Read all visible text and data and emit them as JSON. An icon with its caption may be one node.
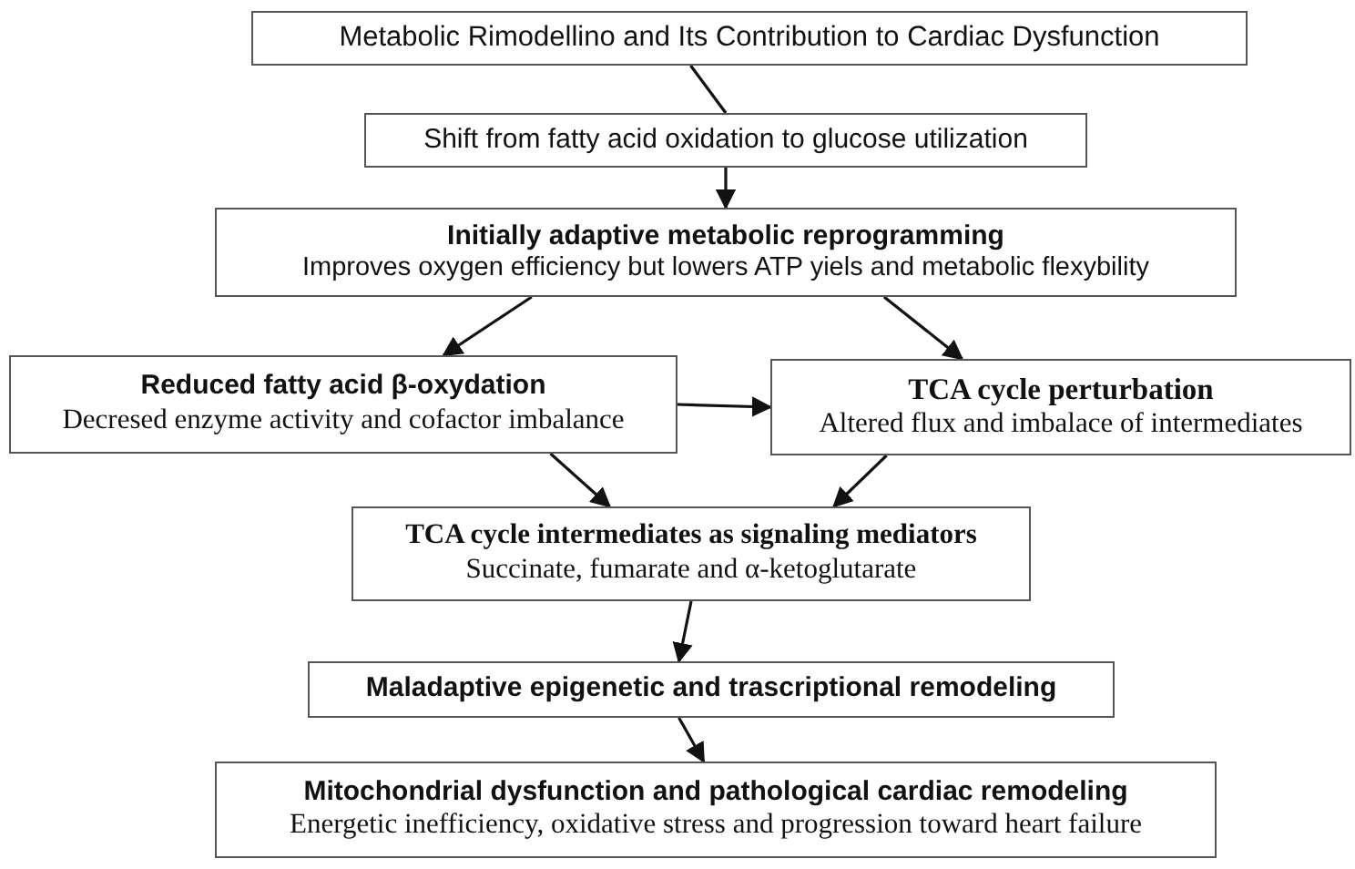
{
  "diagram": {
    "nodes": [
      {
        "text": [
          "Metabolic Rimodellino and Its Contribution to Cardiac Dysfunction"
        ]
      },
      {
        "text": [
          "Shift from fatty acid oxidation to glucose utilization"
        ]
      },
      {
        "text": [
          "Initially adaptive metabolic reprogramming",
          "Improves oxygen efficiency but lowers ATP yiels and metabolic flexybility"
        ]
      },
      {
        "text": [
          "Reduced fatty acid β-oxydation",
          "Decresed enzyme activity and cofactor imbalance"
        ]
      },
      {
        "text": [
          "TCA cycle perturbation",
          "Altered flux and imbalace of intermediates"
        ]
      },
      {
        "text": [
          "TCA cycle intermediates as signaling mediators",
          "Succinate, fumarate and α-ketoglutarate"
        ]
      },
      {
        "text": [
          "Maladaptive epigenetic and trascriptional remodeling"
        ]
      },
      {
        "text": [
          "Mitochondrial dysfunction and pathological cardiac remodeling",
          "Energetic inefficiency, oxidative stress and progression toward heart failure"
        ]
      }
    ],
    "edges": [
      {
        "from": 0,
        "to": 1,
        "arrow": "none"
      },
      {
        "from": 1,
        "to": 2,
        "arrow": "to"
      },
      {
        "from": 2,
        "to": 3,
        "arrow": "to"
      },
      {
        "from": 2,
        "to": 4,
        "arrow": "to"
      },
      {
        "from": 3,
        "to": 4,
        "arrow": "to"
      },
      {
        "from": 3,
        "to": 5,
        "arrow": "to"
      },
      {
        "from": 4,
        "to": 5,
        "arrow": "to"
      },
      {
        "from": 5,
        "to": 6,
        "arrow": "to"
      },
      {
        "from": 6,
        "to": 7,
        "arrow": "to"
      }
    ]
  }
}
